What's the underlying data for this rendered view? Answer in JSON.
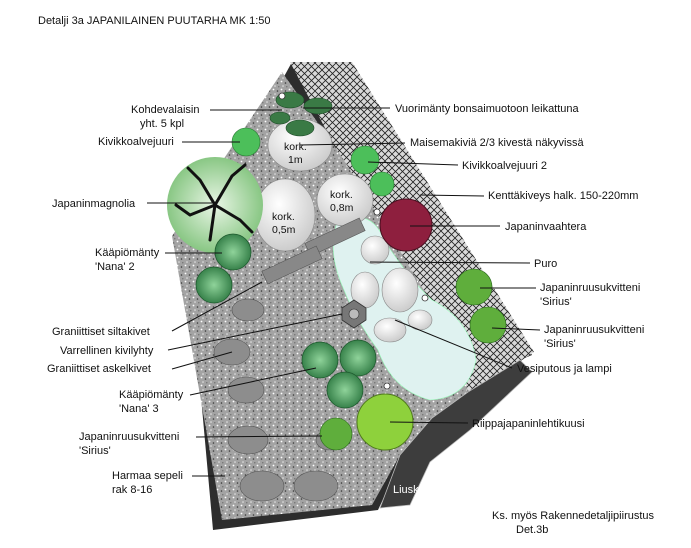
{
  "title": "Detalji 3a JAPANILAINEN PUUTARHA  MK 1:50",
  "footer": {
    "line1": "Ks. myös Rakennedetaljipiirustus",
    "line2": "Det.3b"
  },
  "heights": {
    "h1": {
      "line1": "kork.",
      "line2": "1m"
    },
    "h2": {
      "line1": "kork.",
      "line2": "0,8m"
    },
    "h3": {
      "line1": "kork.",
      "line2": "0,5m"
    }
  },
  "labels_left": [
    {
      "id": "kohdevalaisin",
      "lines": [
        "Kohdevalaisin",
        "yht. 5 kpl"
      ]
    },
    {
      "id": "kivikkoalvejuuri",
      "lines": [
        "Kivikkoalvejuuri"
      ]
    },
    {
      "id": "japaninmagnolia",
      "lines": [
        "Japaninmagnolia"
      ]
    },
    {
      "id": "kaapiomanty2",
      "lines": [
        "Kääpiömänty",
        "'Nana' 2"
      ]
    },
    {
      "id": "siltakivet",
      "lines": [
        "Graniittiset siltakivet"
      ]
    },
    {
      "id": "kivilyhty",
      "lines": [
        "Varrellinen kivilyhty"
      ]
    },
    {
      "id": "askelkivet",
      "lines": [
        "Graniittiset askelkivet"
      ]
    },
    {
      "id": "kaapiomanty3",
      "lines": [
        "Kääpiömänty",
        "'Nana' 3"
      ]
    },
    {
      "id": "ruusukvitteni-left",
      "lines": [
        "Japaninruusukvitteni",
        "'Sirius'"
      ]
    },
    {
      "id": "sepeli",
      "lines": [
        "Harmaa sepeli",
        "rak 8-16"
      ]
    }
  ],
  "labels_right": [
    {
      "id": "vuorimanty",
      "lines": [
        "Vuorimänty bonsaimuotoon leikattuna"
      ]
    },
    {
      "id": "maisemakivia",
      "lines": [
        "Maisemakiviä 2/3 kivestä näkyvissä"
      ]
    },
    {
      "id": "kivikkoalvejuuri2",
      "lines": [
        "Kivikkoalvejuuri 2"
      ]
    },
    {
      "id": "kenttakiveys",
      "lines": [
        "Kenttäkiveys halk. 150-220mm"
      ]
    },
    {
      "id": "japaninvaahtera",
      "lines": [
        "Japaninvaahtera"
      ]
    },
    {
      "id": "puro",
      "lines": [
        "Puro"
      ]
    },
    {
      "id": "ruusukvitteni-r1",
      "lines": [
        "Japaninruusukvitteni",
        "'Sirius'"
      ]
    },
    {
      "id": "ruusukvitteni-r2",
      "lines": [
        "Japaninruusukvitteni",
        "'Sirius'"
      ]
    },
    {
      "id": "vesiputous",
      "lines": [
        "Vesiputous ja lampi"
      ]
    },
    {
      "id": "riippajapaninlehtikuusi",
      "lines": [
        "Riippajapaninlehtikuusi"
      ]
    },
    {
      "id": "liuskekiveys",
      "lines": [
        "Liuskekiveys"
      ]
    }
  ],
  "colors": {
    "gravel": "#9a9a9a",
    "border": "#2b2b2b",
    "water": "#dff2f0",
    "pine": "#3c8a4f",
    "fern": "#4cbf5a",
    "maple": "#8e1f3e",
    "larch": "#8ed13c"
  }
}
